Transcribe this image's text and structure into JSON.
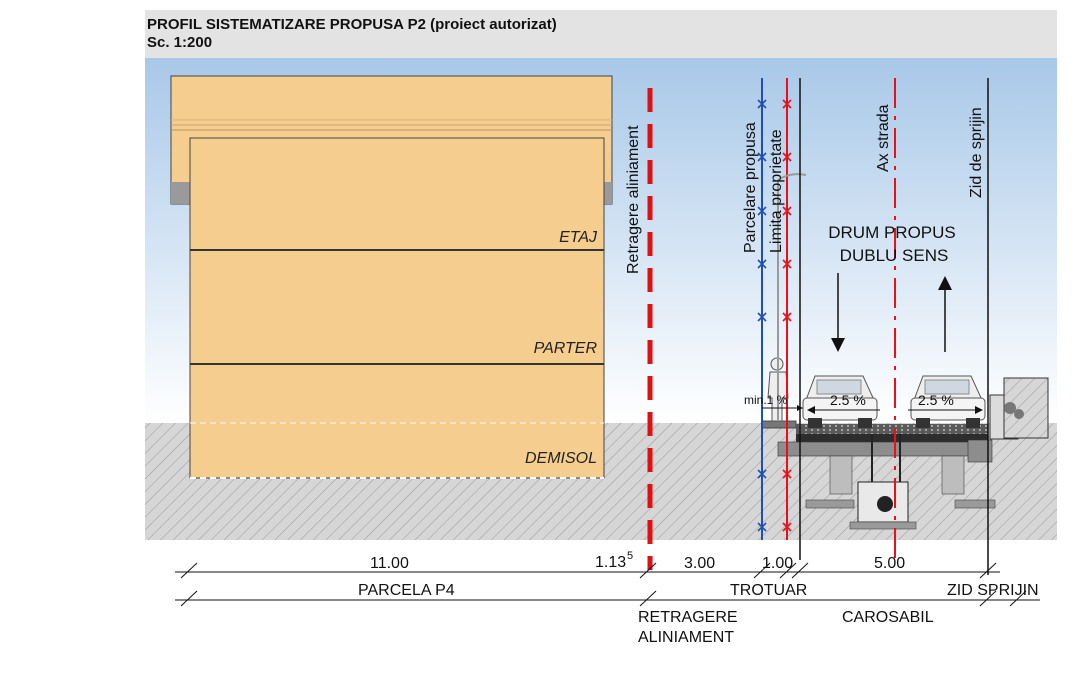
{
  "header": {
    "title": "PROFIL SISTEMATIZARE PROPUSA P2 (proiect autorizat)",
    "scale": "Sc. 1:200"
  },
  "building": {
    "floors": [
      "ETAJ",
      "PARTER",
      "DEMISOL"
    ]
  },
  "vertical_labels": {
    "retragere_aliniament": "Retragere aliniament",
    "parcelare_propusa": "Parcelare propusa",
    "limita_proprietate": "Limita proprietate",
    "ax_strada": "Ax strada",
    "zid_de_sprijin": "Zid de sprijin"
  },
  "road": {
    "title_line1": "DRUM PROPUS",
    "title_line2": "DUBLU SENS",
    "slope_sidewalk": "min.1 %",
    "slope_left": "2.5 %",
    "slope_right": "2.5 %"
  },
  "dimensions": {
    "d1": "11.00",
    "d2": "1.13",
    "d2_sup": "5",
    "d3": "3.00",
    "d4": "1.00",
    "d5": "5.00"
  },
  "zones": {
    "parcela": "PARCELA P4",
    "trotuar": "TROTUAR",
    "zid_sprijin": "ZID SPRIJIN",
    "retragere_line1": "RETRAGERE",
    "retragere_line2": "ALINIAMENT",
    "carosabil": "CAROSABIL"
  },
  "colors": {
    "sky_top": "#a8c8e8",
    "building_fill": "#f5cd8f",
    "soil_fill": "#d4d4d4",
    "header_band": "#e3e3e3",
    "red_line": "#e8101a",
    "blue_line": "#1f4fb0",
    "dash_red": "#dd1111"
  }
}
